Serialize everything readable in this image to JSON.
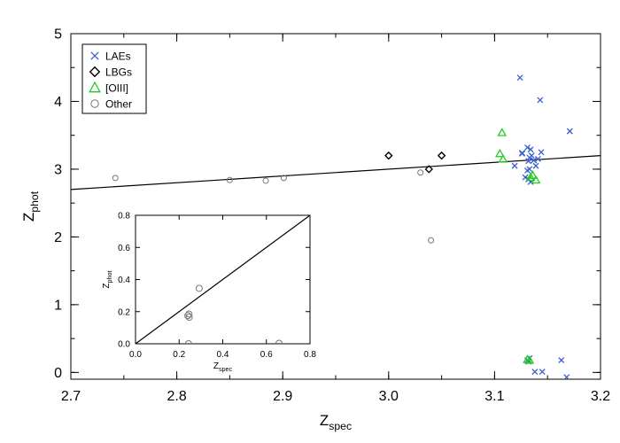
{
  "chart_data": [
    {
      "type": "scatter",
      "title": "",
      "xlabel": {
        "main": "Z",
        "sub": "spec"
      },
      "ylabel": {
        "main": "Z",
        "sub": "phot"
      },
      "xlim": [
        2.7,
        3.2
      ],
      "ylim": [
        -0.1,
        5.0
      ],
      "xticks": [
        2.7,
        2.8,
        2.9,
        3.0,
        3.1,
        3.2
      ],
      "xtick_labels": [
        "2.7",
        "2.8",
        "2.9",
        "3.0",
        "3.1",
        "3.2"
      ],
      "yticks": [
        0,
        1,
        2,
        3,
        4,
        5
      ],
      "ytick_labels": [
        "0",
        "1",
        "2",
        "3",
        "4",
        "5"
      ],
      "grid": false,
      "legend": {
        "position": "top-left",
        "entries": [
          "LAEs",
          "LBGs",
          "[OIII]",
          "Other"
        ]
      },
      "line": {
        "x": [
          2.7,
          3.2
        ],
        "y": [
          2.7,
          3.2
        ]
      },
      "series": [
        {
          "name": "LAEs",
          "marker": "x",
          "color": "#3a5fd0",
          "x": [
            3.124,
            3.119,
            3.126,
            3.131,
            3.132,
            3.133,
            3.134,
            3.135,
            3.137,
            3.139,
            3.141,
            3.144,
            3.129,
            3.132,
            3.134,
            3.131,
            3.133,
            3.126,
            3.143,
            3.171,
            3.131,
            3.133,
            3.132,
            3.138,
            3.145,
            3.163,
            3.168
          ],
          "y": [
            4.35,
            3.05,
            3.24,
            3.32,
            3.12,
            3.17,
            3.29,
            3.2,
            3.13,
            3.05,
            3.15,
            3.25,
            2.88,
            2.85,
            2.81,
            2.98,
            3.0,
            3.23,
            4.02,
            3.56,
            0.18,
            0.21,
            0.16,
            0.01,
            0.01,
            0.18,
            -0.07
          ]
        },
        {
          "name": "LBGs",
          "marker": "diamond",
          "color": "#000000",
          "x": [
            3.0,
            3.038,
            3.05
          ],
          "y": [
            3.2,
            3.0,
            3.2
          ]
        },
        {
          "name": "[OIII]",
          "marker": "triangle",
          "color": "#22cc22",
          "x": [
            3.107,
            3.105,
            3.108,
            3.134,
            3.136,
            3.139,
            3.131,
            3.133
          ],
          "y": [
            3.54,
            3.23,
            3.15,
            2.88,
            2.91,
            2.84,
            0.19,
            0.18
          ]
        },
        {
          "name": "Other",
          "marker": "circle",
          "color": "#777777",
          "x": [
            2.742,
            2.85,
            2.884,
            2.901,
            3.03,
            3.04
          ],
          "y": [
            2.87,
            2.84,
            2.83,
            2.87,
            2.95,
            1.95
          ]
        }
      ]
    },
    {
      "type": "scatter",
      "title": "",
      "xlabel": {
        "main": "Z",
        "sub": "spec"
      },
      "ylabel": {
        "main": "Z",
        "sub": "phot"
      },
      "xlim": [
        0.0,
        0.8
      ],
      "ylim": [
        0.0,
        0.8
      ],
      "xticks": [
        0.0,
        0.2,
        0.4,
        0.6,
        0.8
      ],
      "xtick_labels": [
        "0.0",
        "0.2",
        "0.4",
        "0.6",
        "0.8"
      ],
      "yticks": [
        0.0,
        0.2,
        0.4,
        0.6,
        0.8
      ],
      "ytick_labels": [
        "0.0",
        "0.2",
        "0.4",
        "0.6",
        "0.8"
      ],
      "grid": false,
      "line": {
        "x": [
          0.0,
          0.8
        ],
        "y": [
          0.0,
          0.8
        ]
      },
      "series": [
        {
          "name": "Other",
          "marker": "circle",
          "color": "#777777",
          "x": [
            0.24,
            0.245,
            0.246,
            0.292,
            0.243,
            0.658
          ],
          "y": [
            0.175,
            0.185,
            0.165,
            0.345,
            0.0,
            0.003
          ]
        }
      ]
    }
  ]
}
